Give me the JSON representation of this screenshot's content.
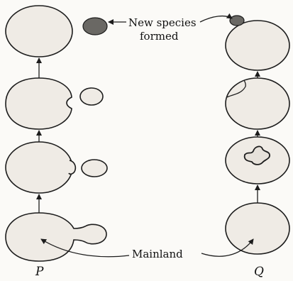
{
  "labels": {
    "new_species": "New species",
    "formed": "formed",
    "mainland": "Mainland",
    "column_p": "P",
    "column_q": "Q"
  }
}
